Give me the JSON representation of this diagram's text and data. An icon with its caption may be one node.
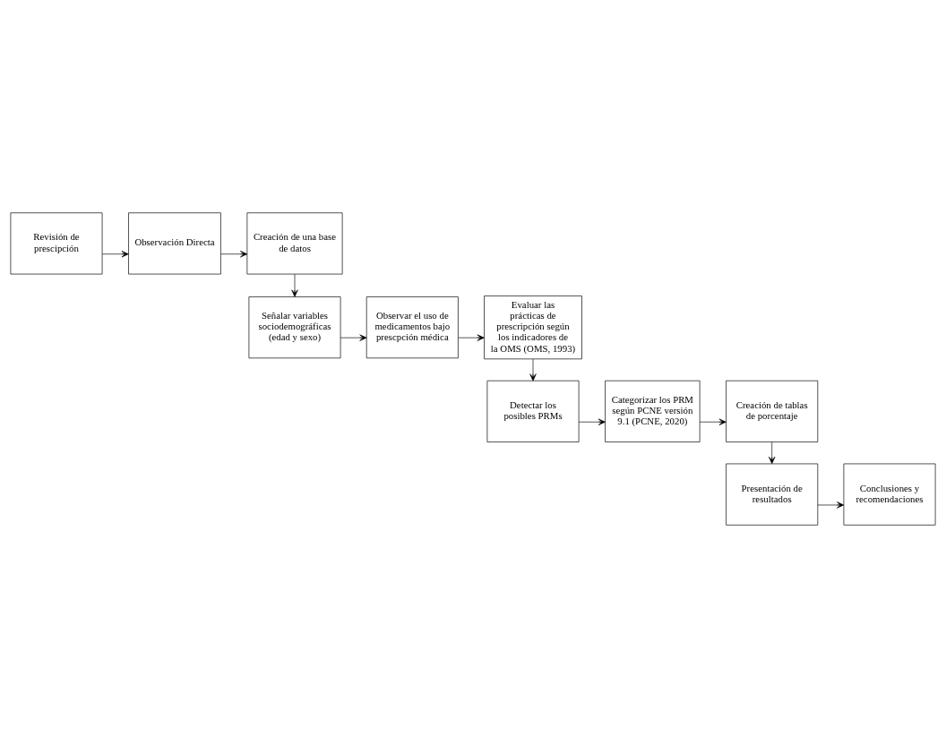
{
  "diagram": {
    "nodes": [
      {
        "text": [
          "Revisión de prescipción"
        ]
      },
      {
        "text": [
          "Observación Directa"
        ]
      },
      {
        "text": [
          "Creación de una base de datos"
        ]
      },
      {
        "text": [
          "Señalar variables sociodemográficas (edad y sexo)"
        ]
      },
      {
        "text": [
          "Observar el uso de medicamentos bajo prescpción médica"
        ]
      },
      {
        "text": [
          "Evaluar las prácticas de prescripción según los indicadores de la OMS (OMS, 1993)"
        ]
      },
      {
        "text": [
          "Detectar los posibles PRMs"
        ]
      },
      {
        "text": [
          "Categorizar los PRM según PCNE versión 9.1 (PCNE, 2020)"
        ]
      },
      {
        "text": [
          "Creación de tablas de porcentaje"
        ]
      },
      {
        "text": [
          "Presentación de resultados"
        ]
      },
      {
        "text": [
          "Conclusiones y recomendaciones"
        ]
      }
    ],
    "edges": [
      {
        "from": 0,
        "to": 1,
        "arrow": "to"
      },
      {
        "from": 1,
        "to": 2,
        "arrow": "to"
      },
      {
        "from": 2,
        "to": 3,
        "arrow": "to"
      },
      {
        "from": 3,
        "to": 4,
        "arrow": "to"
      },
      {
        "from": 4,
        "to": 5,
        "arrow": "to"
      },
      {
        "from": 5,
        "to": 6,
        "arrow": "to"
      },
      {
        "from": 6,
        "to": 7,
        "arrow": "to"
      },
      {
        "from": 7,
        "to": 8,
        "arrow": "to"
      },
      {
        "from": 8,
        "to": 9,
        "arrow": "to"
      },
      {
        "from": 9,
        "to": 10,
        "arrow": "to"
      }
    ]
  }
}
